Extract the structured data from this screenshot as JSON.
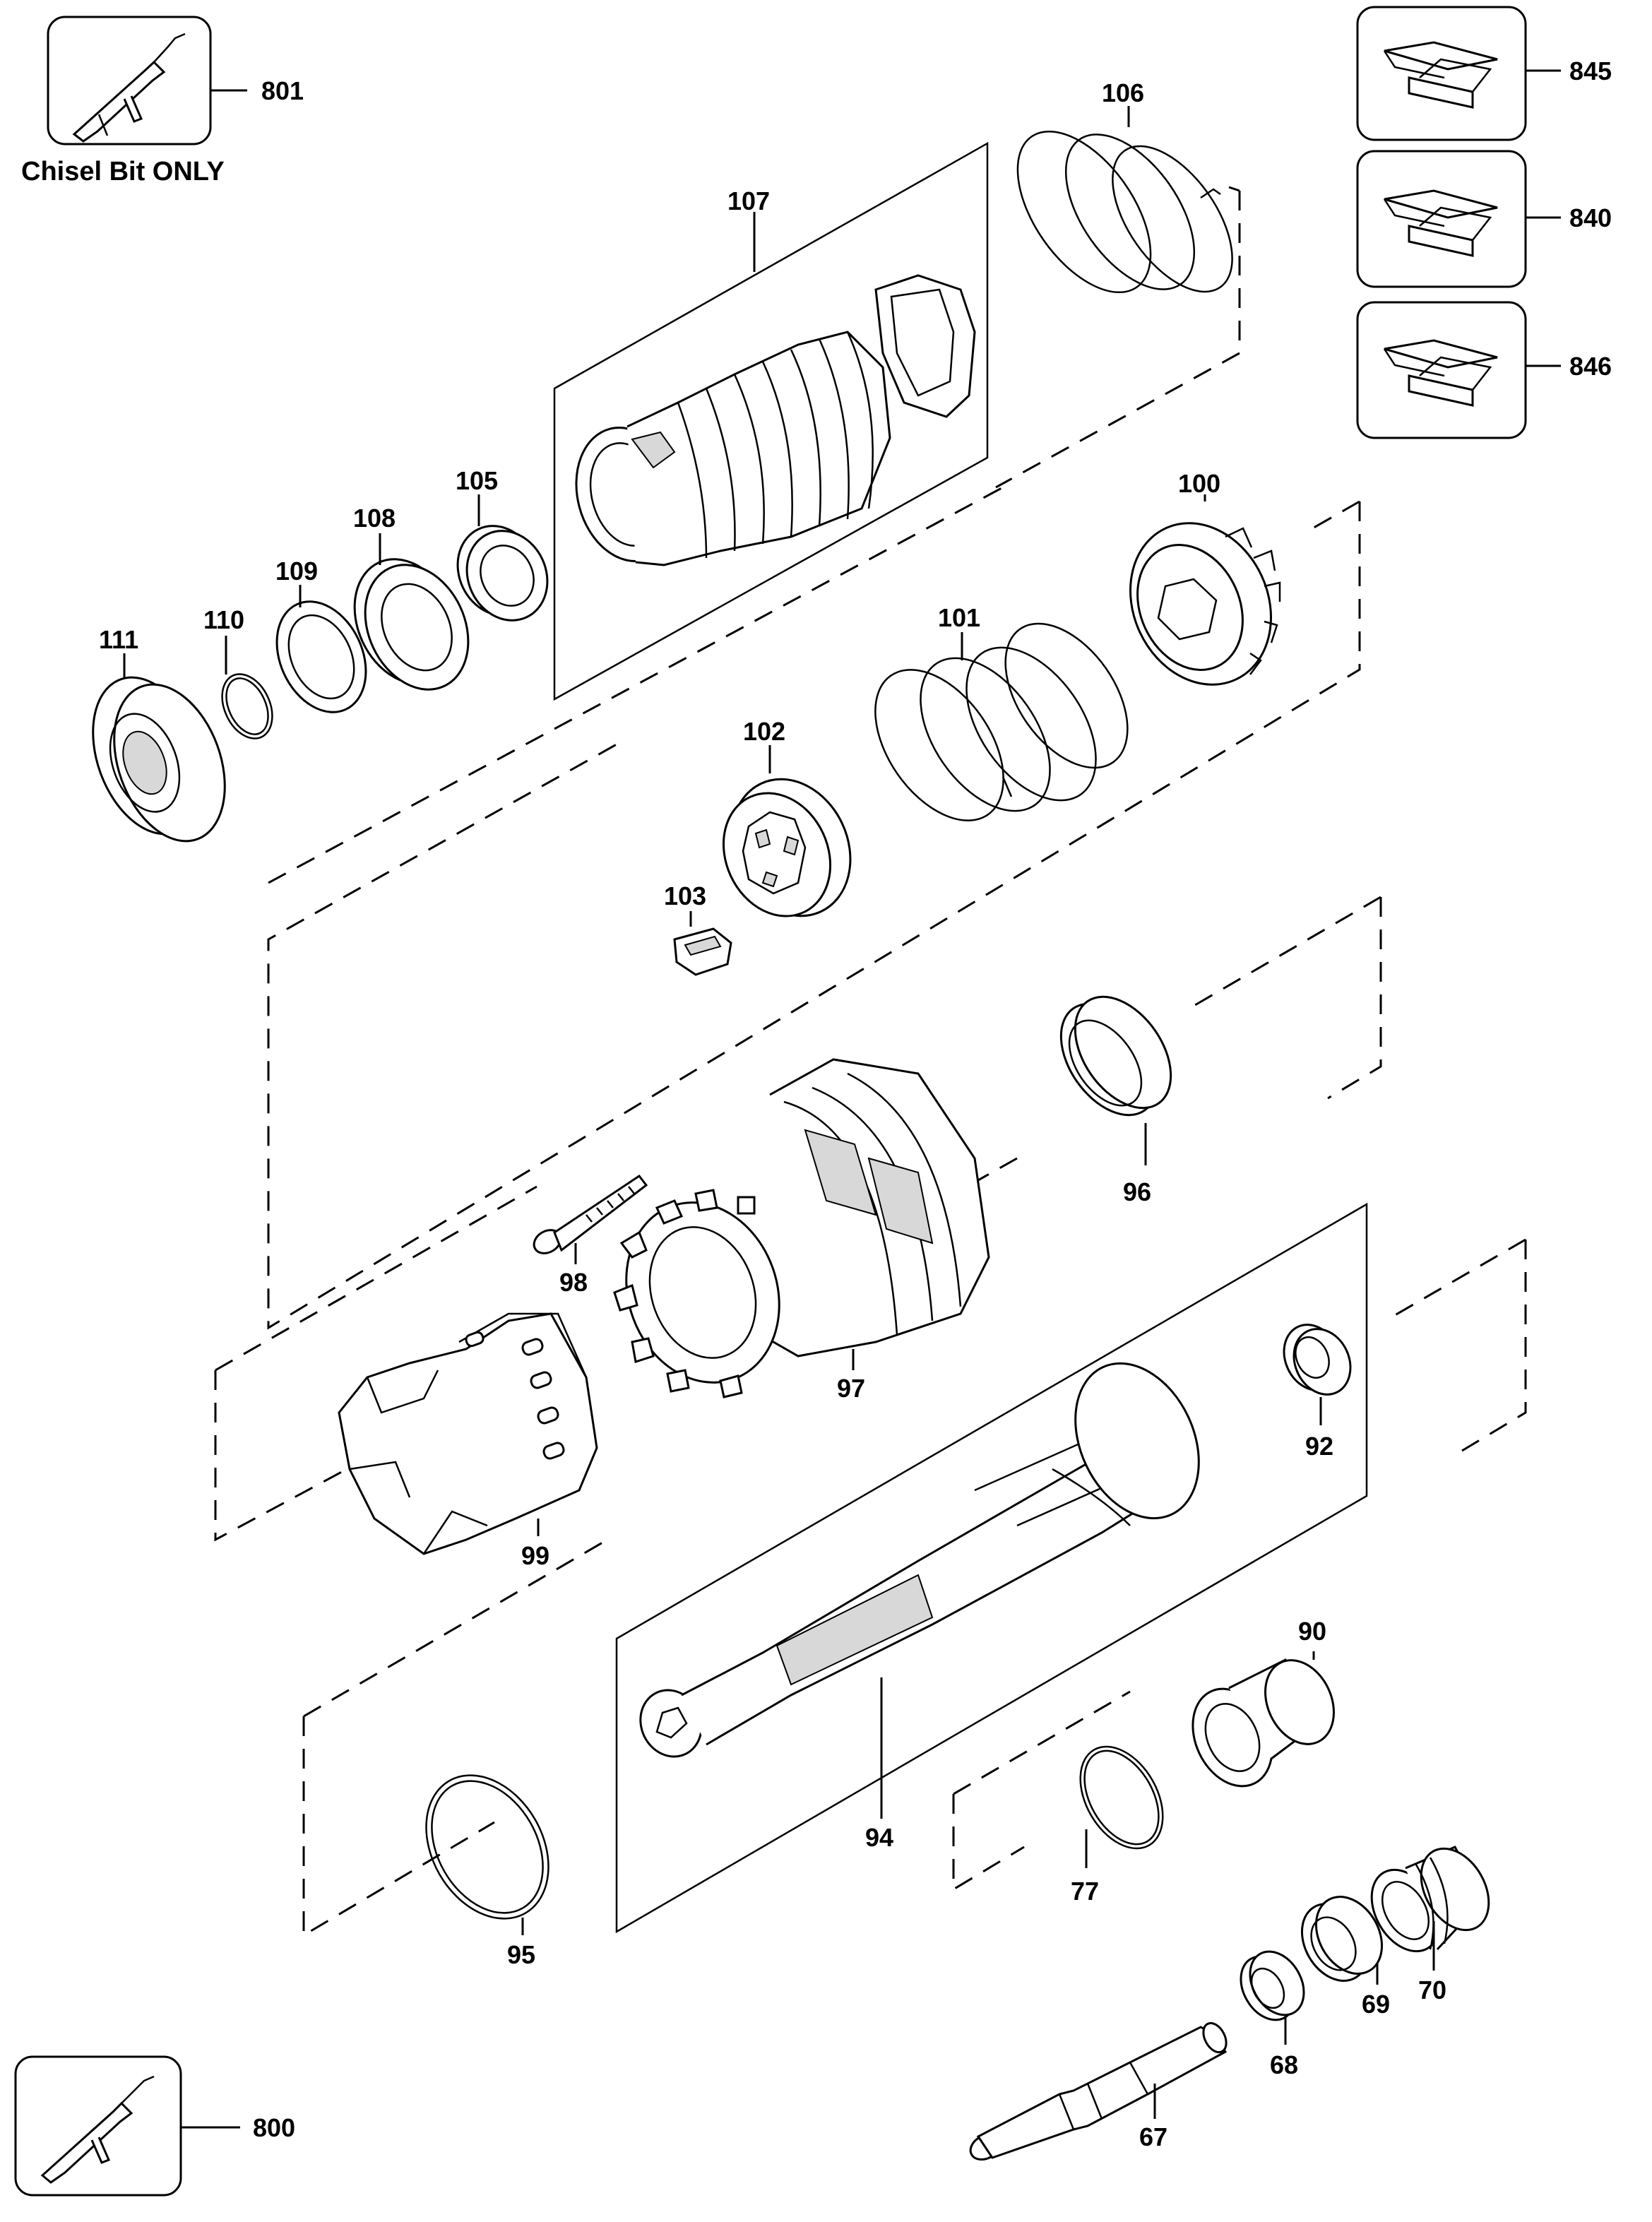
{
  "callouts": {
    "p801": "801",
    "p800": "800",
    "p845": "845",
    "p840": "840",
    "p846": "846",
    "p106": "106",
    "p107": "107",
    "p105": "105",
    "p108": "108",
    "p109": "109",
    "p110": "110",
    "p111": "111",
    "p100": "100",
    "p101": "101",
    "p102": "102",
    "p103": "103",
    "p96": "96",
    "p98": "98",
    "p97": "97",
    "p92": "92",
    "p99": "99",
    "p90": "90",
    "p94": "94",
    "p95": "95",
    "p77": "77",
    "p70": "70",
    "p69": "69",
    "p68": "68",
    "p67": "67"
  },
  "captions": {
    "chisel_note": "Chisel Bit ONLY"
  }
}
